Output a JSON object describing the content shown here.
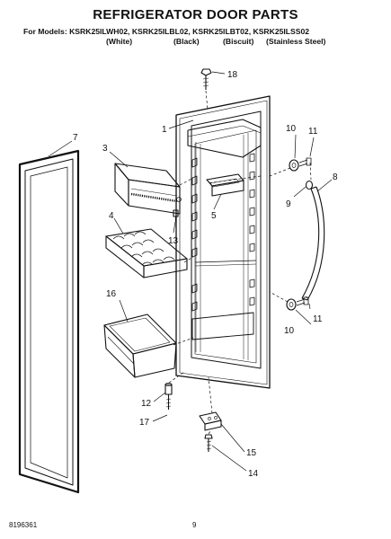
{
  "header": {
    "title": "REFRIGERATOR DOOR PARTS",
    "for_models_label": "For Models:",
    "models": "KSRK25ILWH02, KSRK25ILBL02, KSRK25ILBT02, KSRK25ILSS02",
    "variants": [
      "(White)",
      "(Black)",
      "(Biscuit)",
      "(Stainless Steel)"
    ]
  },
  "callouts": [
    "1",
    "3",
    "4",
    "5",
    "7",
    "8",
    "9",
    "10",
    "11",
    "12",
    "13",
    "14",
    "15",
    "16",
    "17",
    "18",
    "10",
    "11"
  ],
  "footer": {
    "doc_number": "8196361",
    "page_number": "9"
  }
}
